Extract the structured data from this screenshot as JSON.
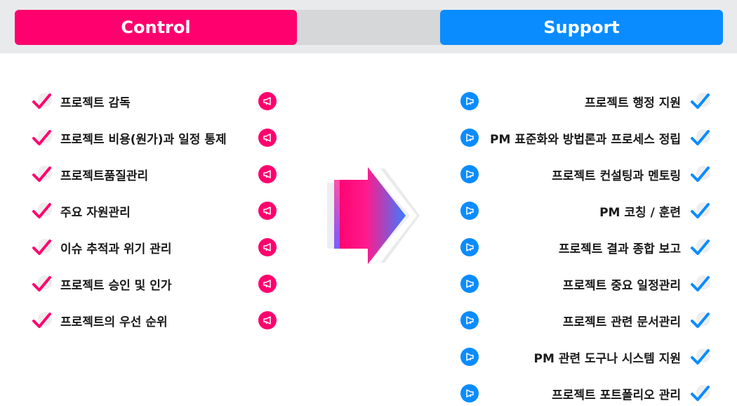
{
  "header": {
    "control_label": "Control",
    "support_label": "Support"
  },
  "colors": {
    "control_accent": "#ff006e",
    "support_accent": "#0a8cff",
    "header_bg": "#e9eaeb"
  },
  "icons": {
    "left_check": "pink-check-icon",
    "left_badge": "megaphone-icon",
    "right_check": "blue-check-icon",
    "right_badge": "megaphone-icon",
    "center": "gradient-arrow-icon"
  },
  "control_items": [
    "프로젝트 감독",
    "프로젝트 비용(원가)과 일정 통제",
    "프로젝트품질관리",
    "주요 자원관리",
    "이슈 추적과 위기 관리",
    "프로젝트 승인 및 인가",
    "프로젝트의 우선 순위"
  ],
  "support_items": [
    "프로젝트 행정 지원",
    "PM 표준화와 방법론과 프로세스 정립",
    "프로젝트 컨설팅과 멘토링",
    "PM 코칭 / 훈련",
    "프로젝트 결과 종합 보고",
    "프로젝트 중요 일정관리",
    "프로젝트 관련 문서관리",
    "PM 관련 도구나 시스템 지원",
    "프로젝트 포트폴리오 관리"
  ]
}
